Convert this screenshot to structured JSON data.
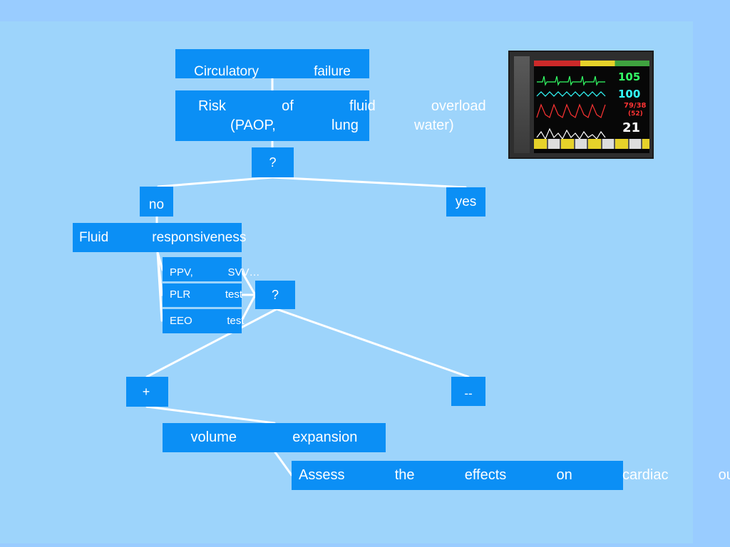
{
  "nodes": {
    "circulatory_failure": "Circulatory    failure",
    "fluid_overload": "Risk    of    fluid    overload\n(PAOP,    lung    water)",
    "question_1": "?",
    "no": "no",
    "yes": "yes",
    "fluid_responsiveness": "Fluid    responsiveness",
    "ppv_svv": "PPV,    SVV…",
    "plr_test": "PLR    test",
    "eeo_test": "EEO    test",
    "question_2": "?",
    "plus": "+",
    "minus": "--",
    "volume_expansion": "volume    expansion",
    "assess_effects": "Assess    the    effects    on    cardiac    output"
  },
  "monitor": {
    "readings": [
      "105",
      "100",
      "79/38",
      "(52)",
      "21"
    ],
    "colors": [
      "#33ff66",
      "#33ffff",
      "#ff3333",
      "#ff3333",
      "#ffffff"
    ]
  },
  "colors": {
    "background": "#99ccff",
    "panel": "#9dd4fb",
    "box": "#0b8ff5",
    "text": "#ffffff",
    "connector": "#ffffff"
  }
}
